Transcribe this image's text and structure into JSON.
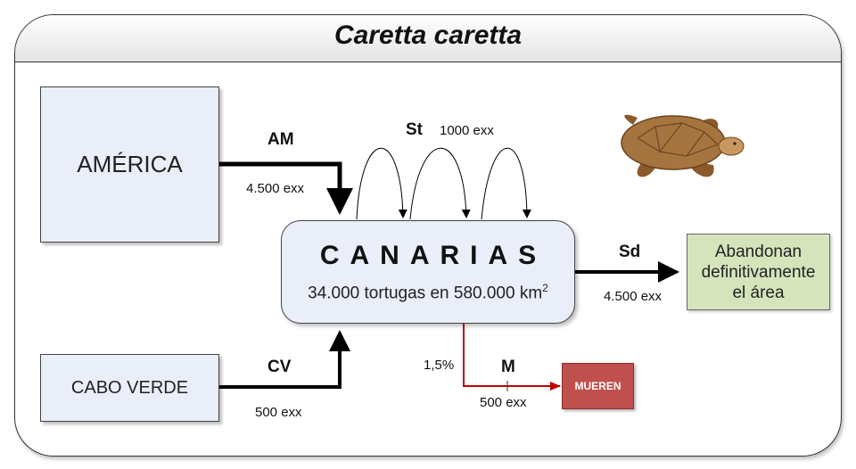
{
  "title": "Caretta caretta",
  "regions": {
    "america": "AMÉRICA",
    "cabo_verde": "CABO VERDE"
  },
  "canarias": {
    "name": "CANARIAS",
    "description": "34.000 tortugas en 580.000 km",
    "unit_superscript": "2"
  },
  "abandon": {
    "line1": "Abandonan",
    "line2": "definitivamente",
    "line3": "el área"
  },
  "mueren": "MUEREN",
  "flows": {
    "am": {
      "code": "AM",
      "amount": "4.500 exx"
    },
    "cv": {
      "code": "CV",
      "amount": "500 exx"
    },
    "st": {
      "code": "St",
      "amount": "1000 exx"
    },
    "sd": {
      "code": "Sd",
      "amount": "4.500 exx"
    },
    "m": {
      "code": "M",
      "amount": "500 exx",
      "rate": "1,5%"
    }
  },
  "colors": {
    "region_fill": "#e9eef8",
    "abandon_fill": "#d6e4bc",
    "mueren_fill": "#c0504d",
    "mortality_arrow": "#c00000",
    "turtle_shell": "#a6743f"
  },
  "icons": {
    "turtle": "sea-turtle-icon"
  }
}
